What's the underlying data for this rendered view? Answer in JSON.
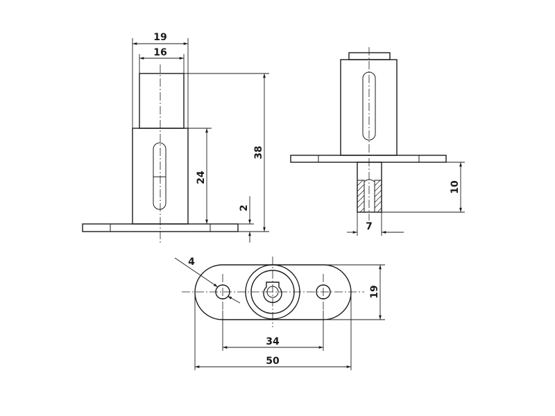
{
  "dimensions": {
    "side_outer_width": "19",
    "side_inner_width": "16",
    "total_height": "38",
    "body_height": "24",
    "plate_thickness": "2",
    "pin_length": "10",
    "pin_diameter": "7",
    "hole_diameter": "4",
    "flange_width": "19",
    "hole_spacing": "34",
    "flange_length": "50"
  },
  "colors": {
    "line": "#1a1a1a",
    "background": "#ffffff"
  }
}
